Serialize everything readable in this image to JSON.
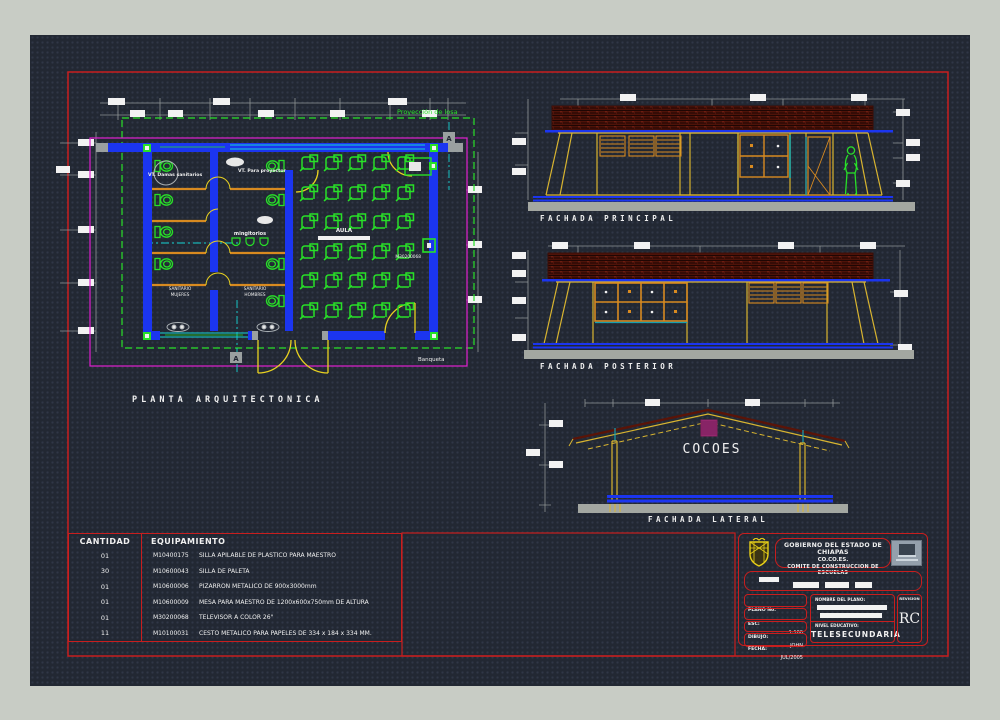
{
  "plan": {
    "title": "PLANTA ARQUITECTONICA",
    "proyeccion_label": "Proyección de losa",
    "banqueta_label": "Banqueta",
    "aula_label": "AULA",
    "vt_damas_label": "VT. Damas sanitarios",
    "vt_proyector_label": "VT. Para proyector",
    "mingitorios_label": "mingitorios",
    "sanitario_mujeres_line1": "SANITARIO",
    "sanitario_mujeres_line2": "MUJERES",
    "sanitario_hombres_line1": "SANITARIO",
    "sanitario_hombres_line2": "HOMBRES",
    "tv_code": "M30200068",
    "section_marker": "A"
  },
  "facades": {
    "principal_title": "FACHADA PRINCIPAL",
    "posterior_title": "FACHADA POSTERIOR",
    "lateral_title": "FACHADA LATERAL",
    "lateral_text": "COCOES"
  },
  "equipment": {
    "qty_header": "CANTIDAD",
    "name_header": "EQUIPAMIENTO",
    "rows": [
      {
        "qty": "01",
        "code": "M10400175",
        "desc": "SILLA APILABLE DE PLASTICO PARA MAESTRO"
      },
      {
        "qty": "30",
        "code": "M10600043",
        "desc": "SILLA DE PALETA"
      },
      {
        "qty": "01",
        "code": "M10600006",
        "desc": "PIZARRON METALICO DE 900x3000mm"
      },
      {
        "qty": "01",
        "code": "M10600009",
        "desc": "MESA PARA MAESTRO DE 1200x600x750mm DE ALTURA"
      },
      {
        "qty": "01",
        "code": "M30200068",
        "desc": "TELEVISOR A COLOR 26\""
      },
      {
        "qty": "11",
        "code": "M10100031",
        "desc": "CESTO METALICO PARA PAPELES DE 334 x 184 x 334 MM."
      }
    ]
  },
  "title_block": {
    "gov_line1": "GOBIERNO DEL ESTADO DE CHIAPAS",
    "gov_line2": "CO.CO.ES.",
    "gov_line3": "COMITE DE CONSTRUCCION DE ESCUELAS",
    "plano_label": "PLANO No.",
    "esc_label": "ESC:",
    "esc_value": "1:100",
    "dibujo_label": "DIBUJO:",
    "dibujo_value": "JOHN",
    "fecha_label": "FECHA:",
    "fecha_value": "JUL/2005",
    "nombre_label": "NOMBRE DEL PLANO:",
    "nivel_label": "NIVEL EDUCATIVO:",
    "nivel_value": "TELESECUNDARIA",
    "revision_label": "REVISION",
    "revision_value": "RC"
  },
  "colors": {
    "frame_red": "#c81e1e",
    "wall_blue": "#1b35f0",
    "cad_green": "#28e028",
    "magenta": "#e020d0",
    "yellow": "#e8d120",
    "orange": "#d88a20",
    "cyan": "#14d2d2",
    "roof_red": "#4e1309",
    "ground_gray": "#a3a7a1"
  }
}
